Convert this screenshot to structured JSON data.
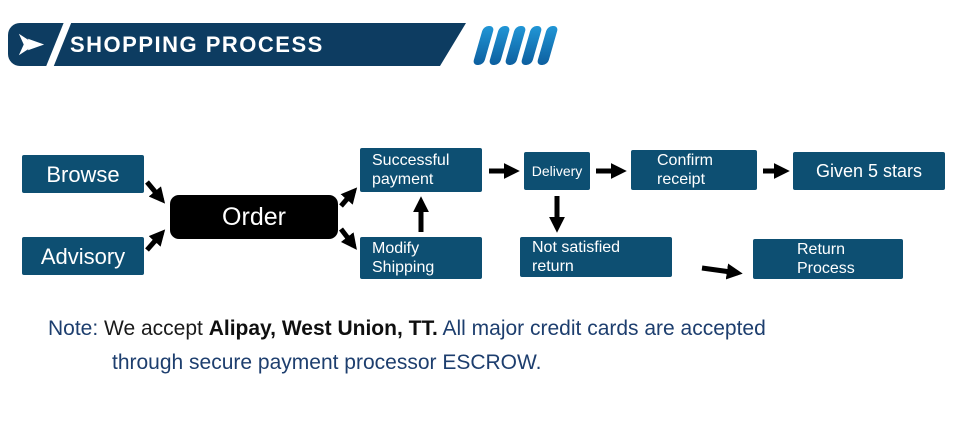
{
  "header": {
    "title": "SHOPPING PROCESS",
    "bg_color": "#0d3c61",
    "chevron_color": "#1b86c8",
    "chevron_count": 5
  },
  "flow": {
    "box_color": "#0d4f72",
    "order_box_color": "#000000",
    "arrow_color": "#000000",
    "boxes": {
      "browse": {
        "label": "Browse"
      },
      "advisory": {
        "label": "Advisory"
      },
      "order": {
        "label": "Order"
      },
      "successful_payment": {
        "line1": "Successful",
        "line2": "payment"
      },
      "modify_shipping": {
        "line1": "Modify",
        "line2": "Shipping"
      },
      "delivery": {
        "label": "Delivery"
      },
      "confirm_receipt": {
        "line1": "Confirm",
        "line2": "receipt"
      },
      "given_5_stars": {
        "label": "Given 5 stars"
      },
      "not_satisfied_return": {
        "line1": "Not satisfied",
        "line2": "return"
      },
      "return_process": {
        "line1": "Return",
        "line2": "Process"
      }
    }
  },
  "note": {
    "label": "Note:",
    "part1": "We accept",
    "part2": "Alipay, West Union, TT.",
    "part3": "All major credit cards are accepted",
    "line2": "through secure payment processor ESCROW.",
    "text_color": "#1d3e6e"
  }
}
